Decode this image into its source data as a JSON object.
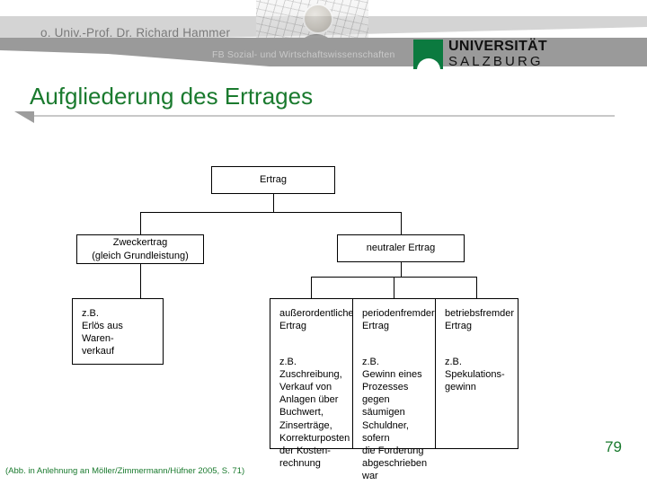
{
  "header": {
    "professor": "o. Univ.-Prof. Dr. Richard Hammer",
    "faculty": "FB Sozial- und Wirtschaftswissenschaften",
    "logo_line1": "UNIVERSITÄT",
    "logo_line2": "SALZBURG",
    "logo_color": "#0b7a3f"
  },
  "title": "Aufgliederung des Ertrages",
  "title_color": "#1a7a2e",
  "diagram": {
    "root": "Ertrag",
    "level2": [
      {
        "label_line1": "Zweckertrag",
        "label_line2": "(gleich Grundleistung)"
      },
      {
        "label_line1": "neutraler Ertrag",
        "label_line2": ""
      }
    ],
    "level3": [
      {
        "heading": "",
        "example_lines": [
          "z.B.",
          "Erlös aus",
          "Waren-",
          "verkauf"
        ]
      },
      {
        "heading_line1": "außerordentlicher",
        "heading_line2": "Ertrag",
        "example_lines": [
          "z.B.",
          "Zuschreibung,",
          "Verkauf von",
          "Anlagen über",
          "Buchwert,",
          "Zinserträge,",
          "Korrekturposten",
          "der Kosten-",
          "rechnung"
        ]
      },
      {
        "heading_line1": "periodenfremder",
        "heading_line2": "Ertrag",
        "example_lines": [
          "z.B.",
          "Gewinn eines",
          "Prozesses",
          "gegen säumigen",
          "Schuldner, sofern",
          "die Forderung",
          "abgeschrieben",
          "war"
        ]
      },
      {
        "heading_line1": "betriebsfremder",
        "heading_line2": "Ertrag",
        "example_lines": [
          "z.B.",
          "Spekulations-",
          "gewinn"
        ]
      }
    ]
  },
  "footer": {
    "source": "(Abb. in Anlehnung an Möller/Zimmermann/Hüfner 2005, S. 71)",
    "page_number": "79"
  }
}
